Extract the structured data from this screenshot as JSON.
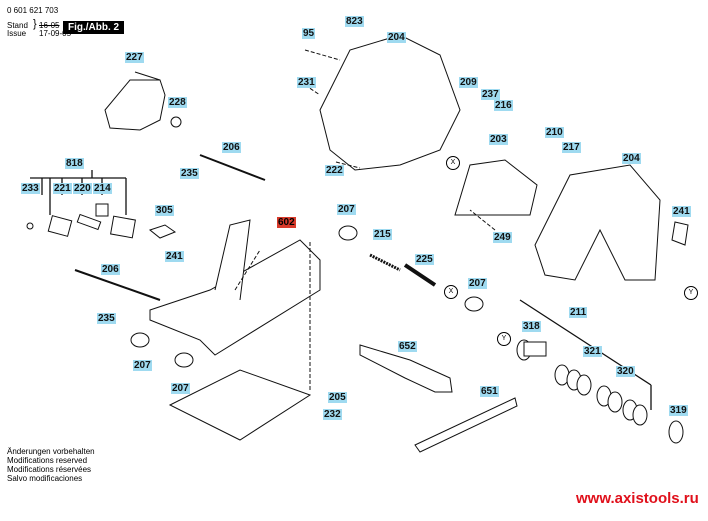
{
  "header": {
    "part_number": "0 601 621 703",
    "stand_label": "Stand",
    "issue_label": "Issue",
    "stand_date": "16-05",
    "issue_date": "17-09-05",
    "figure": "Fig./Abb. 2"
  },
  "labels": {
    "l227": "227",
    "l228": "228",
    "l818": "818",
    "l233": "233",
    "l221": "221",
    "l220": "220",
    "l214": "214",
    "l206a": "206",
    "l235a": "235",
    "l305": "305",
    "l241a": "241",
    "l206b": "206",
    "l235b": "235",
    "l207a": "207",
    "l207b": "207",
    "l95": "95",
    "l823": "823",
    "l204a": "204",
    "l231": "231",
    "l209": "209",
    "l237": "237",
    "l216": "216",
    "l222": "222",
    "l203": "203",
    "l210": "210",
    "l217": "217",
    "l204b": "204",
    "l241b": "241",
    "l249": "249",
    "l602": "602",
    "l207c": "207",
    "l215": "215",
    "l225": "225",
    "l207d": "207",
    "l652": "652",
    "l205": "205",
    "l232": "232",
    "l651": "651",
    "l211": "211",
    "l318": "318",
    "l321": "321",
    "l320": "320",
    "l319": "319"
  },
  "callouts": {
    "x": "X",
    "y": "Y"
  },
  "footer": {
    "lines": [
      "Änderungen vorbehalten",
      "Modifications reserved",
      "Modifications réservées",
      "Salvo modificaciones"
    ]
  },
  "watermark": "www.axistools.ru",
  "colors": {
    "label_bg": "#9fdaf0",
    "highlight_label_bg": "#d93a2b",
    "url": "#e0101b"
  }
}
